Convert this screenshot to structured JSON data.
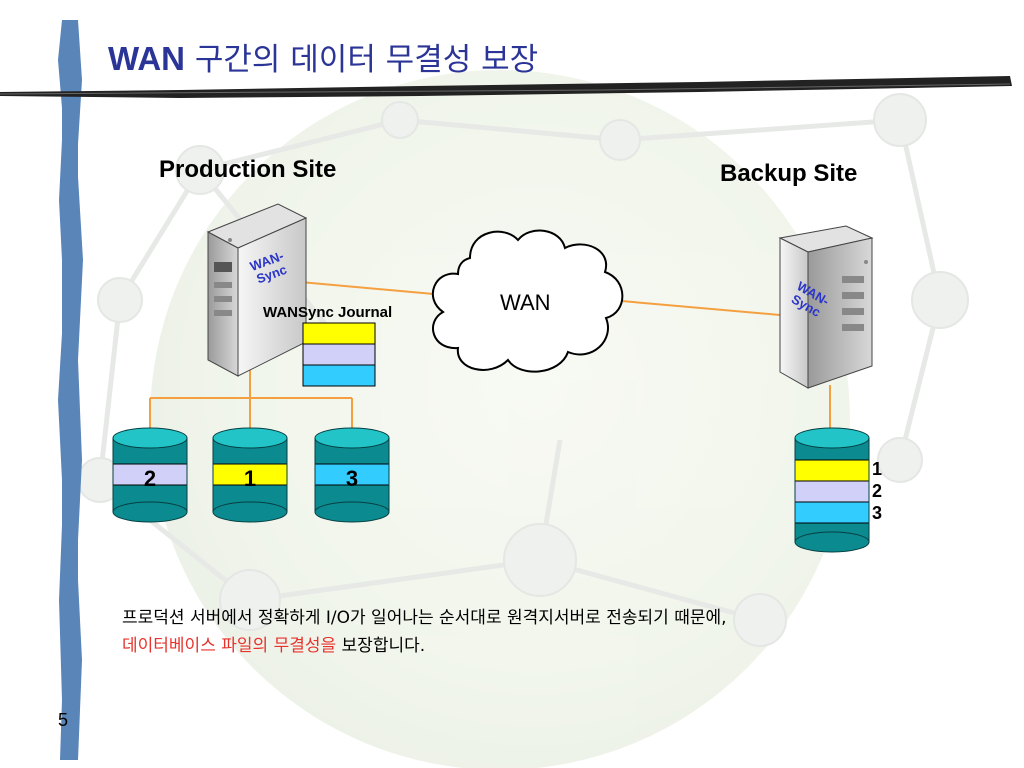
{
  "slide": {
    "title_en": "WAN",
    "title_ko": "구간의 데이터 무결성 보장",
    "page_number": "5"
  },
  "production": {
    "label": "Production Site",
    "server_label_line1": "WAN-",
    "server_label_line2": "Sync",
    "journal_label": "WANSync Journal",
    "disks": [
      {
        "number": "2",
        "color": "#d0d0f8"
      },
      {
        "number": "1",
        "color": "#ffff00"
      },
      {
        "number": "3",
        "color": "#33ccff"
      }
    ]
  },
  "wan": {
    "label": "WAN"
  },
  "backup": {
    "label": "Backup Site",
    "server_label_line1": "WAN-",
    "server_label_line2": "Sync",
    "order": [
      "1",
      "2",
      "3"
    ]
  },
  "caption": {
    "line1": "프로덕션 서버에서 정확하게 I/O가 일어나는 순서대로 원격지서버로 전송되기 때문에,",
    "line2_highlight": "데이터베이스 파일의 무결성을",
    "line2_rest": " 보장합니다."
  },
  "colors": {
    "title": "#2b3597",
    "disk_body": "#0b8a8f",
    "disk_top": "#22c4c8",
    "link": "#f5a040",
    "journal_yellow": "#ffff00",
    "journal_lavender": "#d0d0f8",
    "journal_cyan": "#33ccff",
    "highlight": "#e8322c",
    "sidebar": "#5a85b8"
  },
  "icons": [
    "server-icon",
    "cloud-icon",
    "database-icon",
    "globe-network-background"
  ]
}
